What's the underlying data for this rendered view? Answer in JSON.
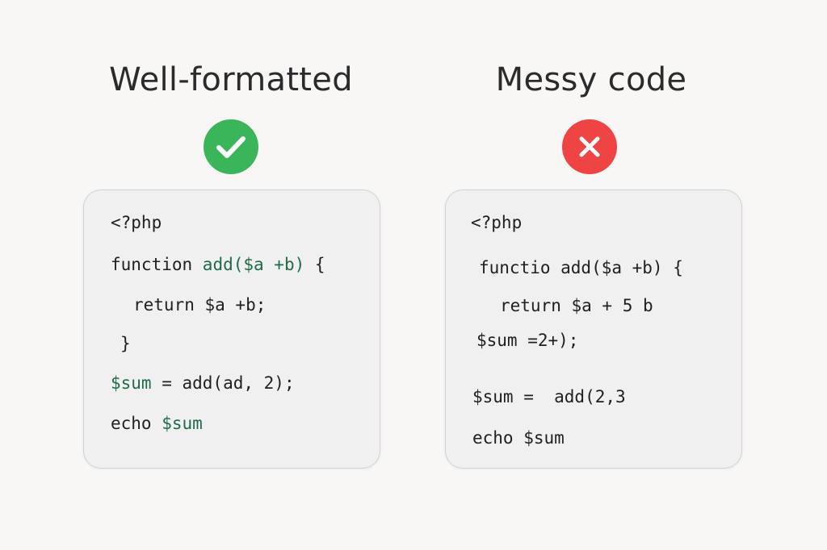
{
  "colors": {
    "good": "#3bb55a",
    "bad": "#ee4444",
    "code_highlight": "#1d6b47"
  },
  "good": {
    "title": "Well-formatted",
    "icon": "check-icon",
    "lines": [
      [
        {
          "t": "<?php",
          "c": ""
        }
      ],
      [
        {
          "t": "function ",
          "c": ""
        },
        {
          "t": "add($a +b)",
          "c": "green"
        },
        {
          "t": " {",
          "c": ""
        }
      ],
      [
        {
          "t": "return $a +b;",
          "c": ""
        }
      ],
      [
        {
          "t": "}",
          "c": ""
        }
      ],
      [
        {
          "t": "$sum",
          "c": "green"
        },
        {
          "t": " = add(ad, 2);",
          "c": ""
        }
      ],
      [
        {
          "t": "echo ",
          "c": ""
        },
        {
          "t": "$sum",
          "c": "green"
        }
      ]
    ]
  },
  "bad": {
    "title": "Messy code",
    "icon": "x-icon",
    "lines": [
      [
        {
          "t": "<?php",
          "c": ""
        }
      ],
      [
        {
          "t": "functio add($a +b) {",
          "c": ""
        }
      ],
      [
        {
          "t": "return $a + 5 b",
          "c": ""
        }
      ],
      [
        {
          "t": "$sum =2+);",
          "c": ""
        }
      ],
      [
        {
          "t": "$sum =  add(2,3",
          "c": ""
        }
      ],
      [
        {
          "t": "echo $sum",
          "c": ""
        }
      ]
    ]
  }
}
